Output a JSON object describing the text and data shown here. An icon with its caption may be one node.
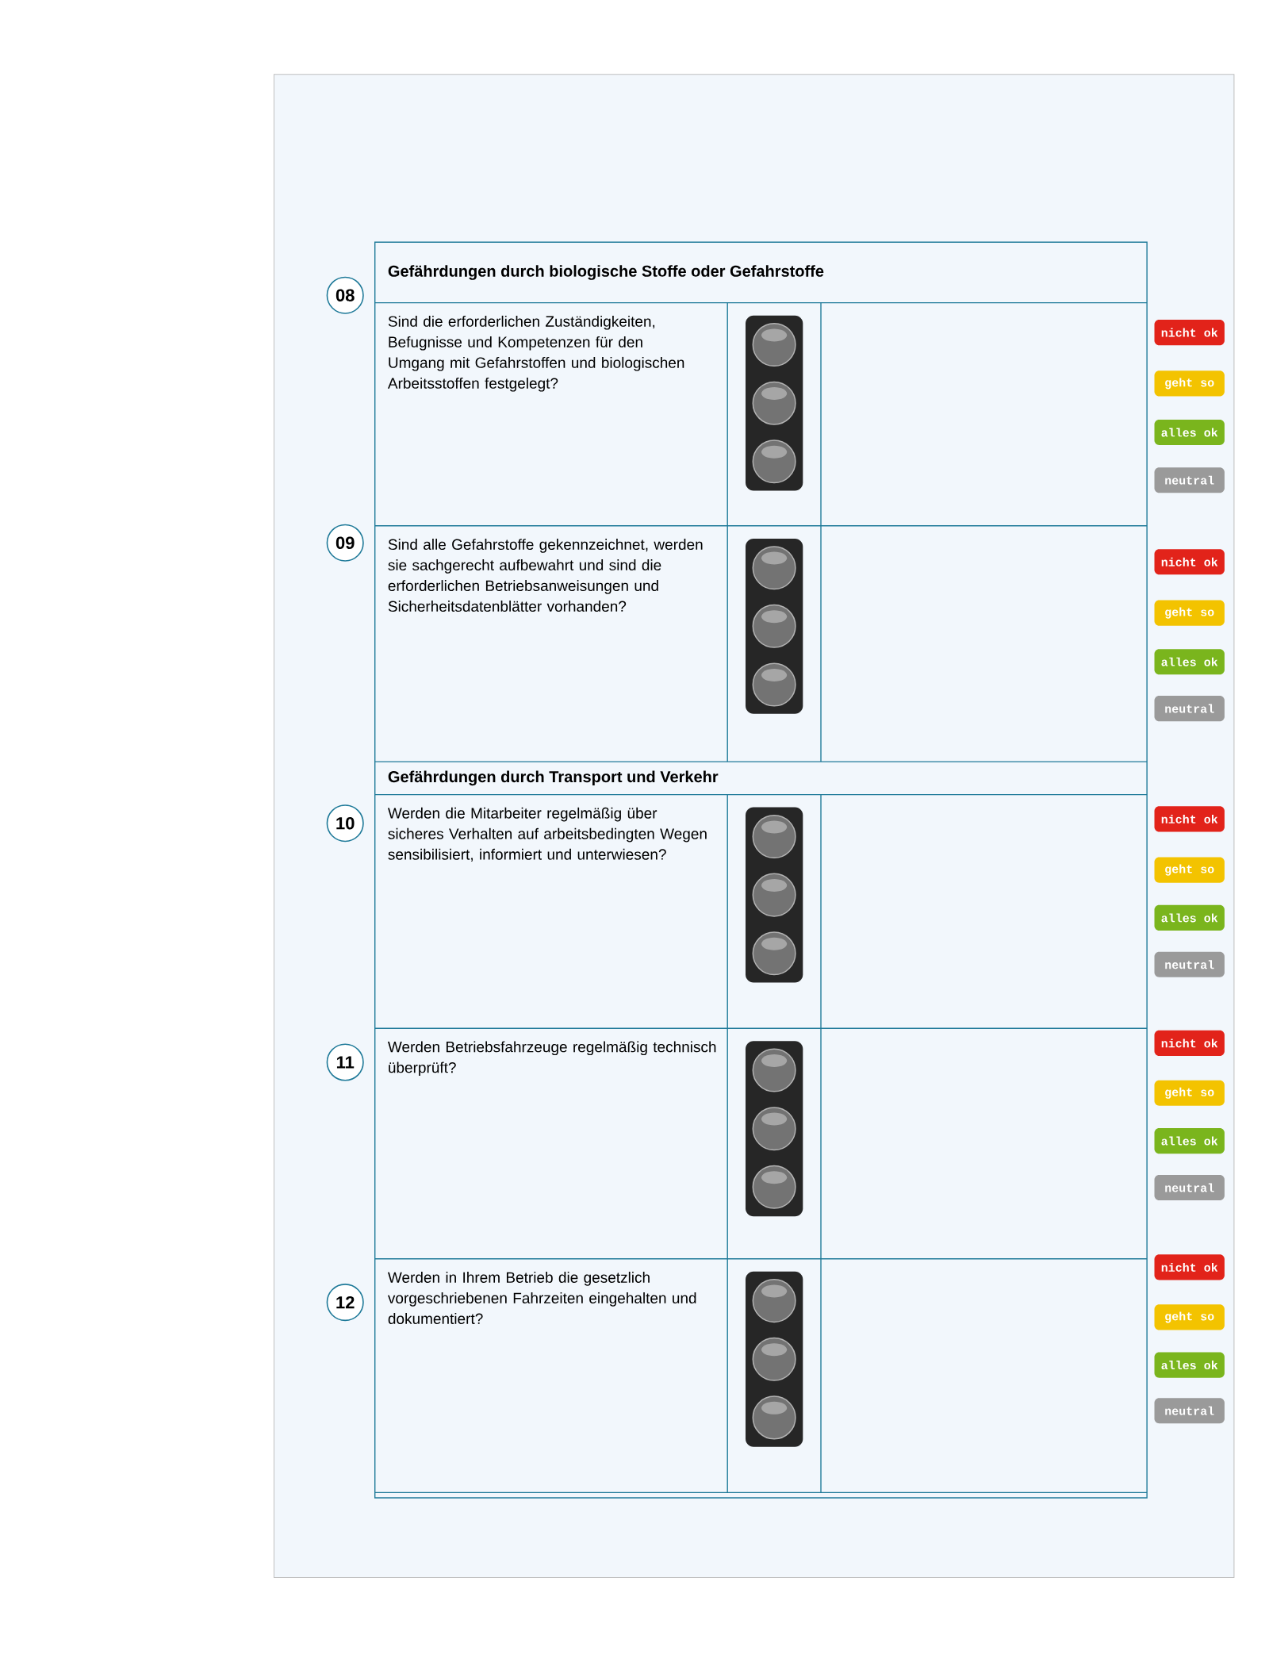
{
  "diagram": {
    "nodes": [
      {
        "text": [
          "Gefährdungen durch biologische Stoffe oder Gefahrstoffe"
        ]
      },
      {
        "text": [
          "08"
        ]
      },
      {
        "text": [
          "Sind die erforderlichen Zuständigkeiten, Befugnisse und Kompetenzen für den Umgang mit Gefahrstoffen und biologischen Arbeitsstoffen festgelegt?"
        ]
      },
      {
        "text": [
          "nicht ok"
        ]
      },
      {
        "text": [
          "geht so"
        ]
      },
      {
        "text": [
          "alles ok"
        ]
      },
      {
        "text": [
          "neutral"
        ]
      },
      {
        "text": [
          "09"
        ]
      },
      {
        "text": [
          "Sind alle Gefahrstoffe gekennzeichnet, werden sie sachgerecht aufbewahrt und sind die erforderlichen Betriebsanweisungen und Sicherheitsdatenblätter vorhanden?"
        ]
      },
      {
        "text": [
          "nicht ok"
        ]
      },
      {
        "text": [
          "geht so"
        ]
      },
      {
        "text": [
          "alles ok"
        ]
      },
      {
        "text": [
          "neutral"
        ]
      },
      {
        "text": [
          "Gefährdungen durch Transport und Verkehr"
        ]
      },
      {
        "text": [
          "10"
        ]
      },
      {
        "text": [
          "Werden die Mitarbeiter regelmäßig über sicheres Verhalten auf arbeitsbedingten Wegen sensibilisiert, informiert und unterwiesen?"
        ]
      },
      {
        "text": [
          "nicht ok"
        ]
      },
      {
        "text": [
          "geht so"
        ]
      },
      {
        "text": [
          "alles ok"
        ]
      },
      {
        "text": [
          "neutral"
        ]
      },
      {
        "text": [
          "11"
        ]
      },
      {
        "text": [
          "Werden Betriebsfahrzeuge regelmäßig technisch überprüft?"
        ]
      },
      {
        "text": [
          "nicht ok"
        ]
      },
      {
        "text": [
          "geht so"
        ]
      },
      {
        "text": [
          "alles ok"
        ]
      },
      {
        "text": [
          "neutral"
        ]
      },
      {
        "text": [
          "12"
        ]
      },
      {
        "text": [
          "Werden in Ihrem Betrieb die gesetzlich vorgeschriebenen Fahrzeiten eingehalten und dokumentiert?"
        ]
      },
      {
        "text": [
          "nicht ok"
        ]
      },
      {
        "text": [
          "geht so"
        ]
      },
      {
        "text": [
          "alles ok"
        ]
      },
      {
        "text": [
          "neutral"
        ]
      }
    ]
  }
}
